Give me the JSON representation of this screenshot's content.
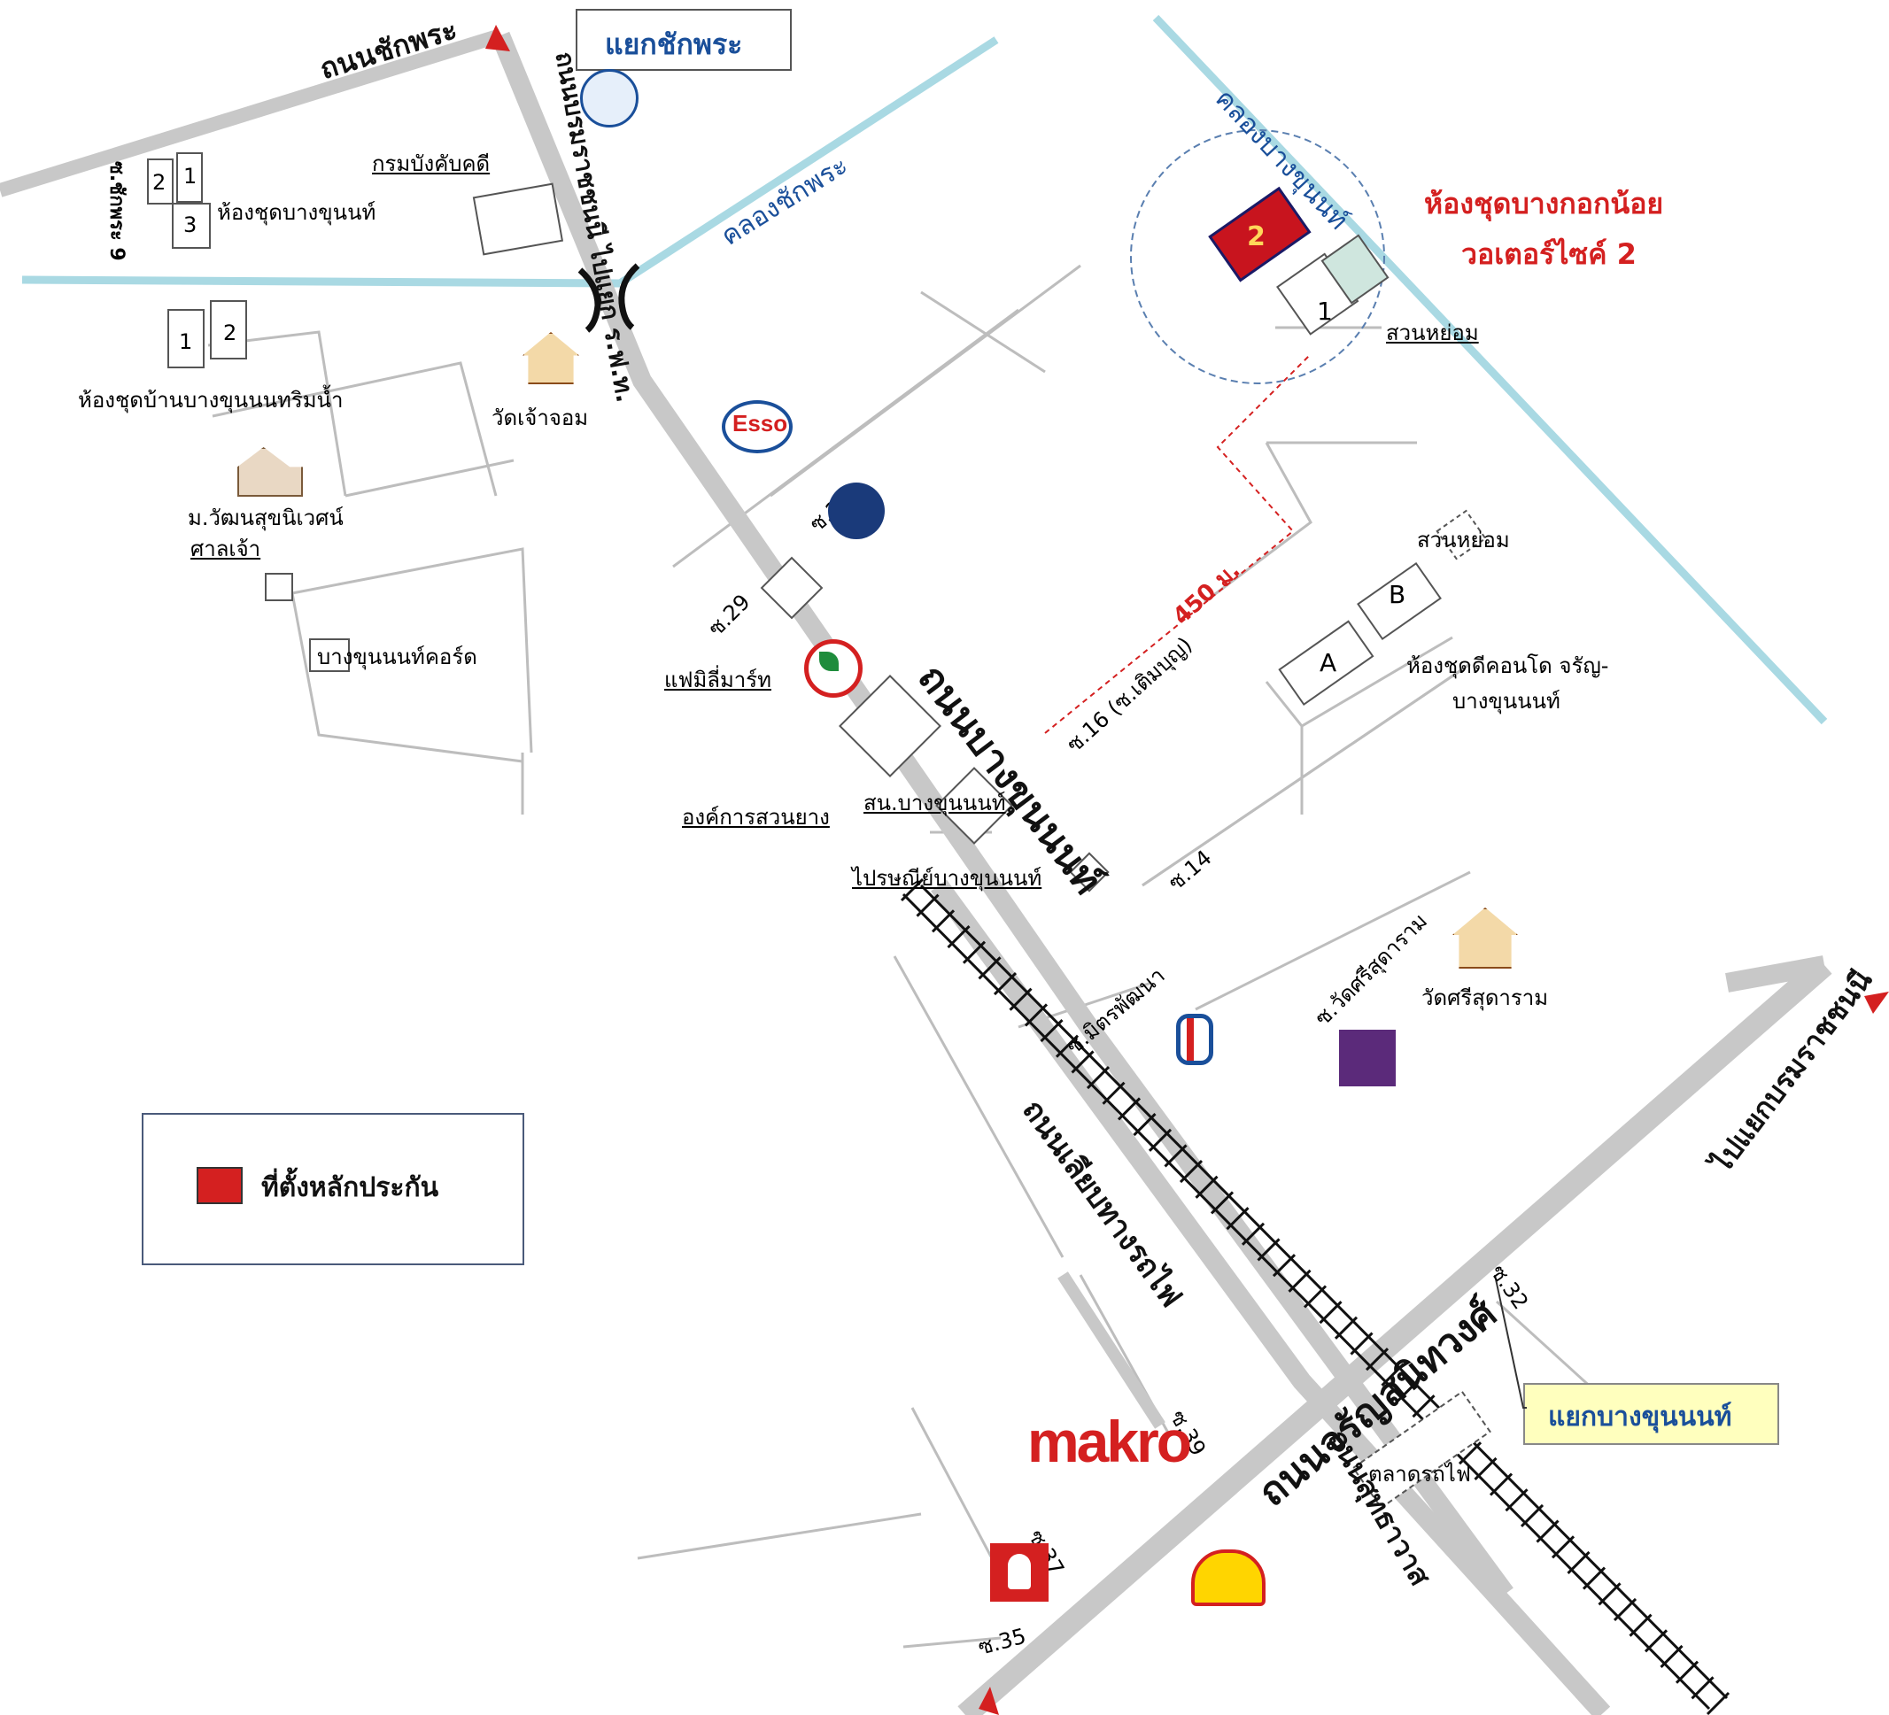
{
  "roads": {
    "chakphra_road": "ถนนชักพระ",
    "bangkhunnon_road": "ถนนบางขุนนนท์",
    "charansanitwong_road": "ถนนจรัญสนิทวงศ์",
    "along_railway_road": "ถนนเลียบทางรถไฟ",
    "suthawat_road": "ถนนสุทธาวาส",
    "to_borommaratchachonnani": "ไปแยกบรมราชชนนี",
    "ramp_label": "ถนนบรมราชชนนี ไปแยก ร.ฟ.ท."
  },
  "canals": {
    "chakphra_canal": "คลองชักพระ",
    "bangkhunnon_canal": "คลองบางขุนนท์"
  },
  "sois": {
    "soi_22": "ซ.22",
    "soi_29": "ซ.29",
    "soi_16": "ซ.16 (ซ.เติมบุญ)",
    "soi_14": "ซ.14",
    "soi_mitphatthana": "ซ.มิตรพัฒนา",
    "soi_watsisudaram": "ซ.วัดศรีสุดาราม",
    "soi_32": "ซ.32",
    "soi_39": "ซ.39",
    "soi_37": "ซ.37",
    "soi_35": "ซ.35",
    "soi_chakphra_9": "ซ.ชักพระ 9"
  },
  "junctions": {
    "chakphra_junction": "แยกชักพระ",
    "bangkhunnon_junction": "แยกบางขุนนนท์"
  },
  "places": {
    "condo_bangkhunnon": "ห้องชุดบางขุนนท์",
    "legal_execution_dept": "กรมบังคับคดี",
    "condo_riverside": "ห้องชุดบ้านบางขุนนนทริมน้ำ",
    "wat_chao_chom": "วัดเจ้าจอม",
    "moo_ban": "ม.วัฒนสุขนิเวศน์",
    "shrine": "ศาลเจ้า",
    "bangkhunnon_chord": "บางขุนนนท์คอร์ด",
    "family_mart": "แฟมิลี่มาร์ท",
    "rubber_org": "องค์การสวนยาง",
    "police_station": "สน.บางขุนนนท์",
    "post_office": "ไปรษณีย์บางขุนนนท์",
    "wat_si_sudaram": "วัดศรีสุดาราม",
    "suan_yom_1": "สวนหย่อม",
    "suan_yom_2": "สวนหย่อม",
    "dcondo_1": "ห้องชุดดีคอนโด จรัญ-",
    "dcondo_2": "บางขุนนนท์",
    "railway_market": "ตลาดรถไฟ",
    "target_title_1": "ห้องชุดบางกอกน้อย",
    "target_title_2": "วอเตอร์ไซค์ 2",
    "makro": "makro",
    "esso": "Esso"
  },
  "buildings": {
    "b1": "1",
    "b2": "2",
    "b3": "3",
    "r1": "1",
    "r2": "2",
    "target": "2",
    "target_neighbor": "1",
    "dA": "A",
    "dB": "B"
  },
  "distance": "450 ม.",
  "legend": {
    "label": "ที่ตั้งหลักประกัน",
    "color": "#d42020"
  },
  "colors": {
    "road": "#c8c8c8",
    "canal": "#a9d9e3",
    "collateral": "#c8141e",
    "accent_blue": "#1a4f9a",
    "junction_note_bg": "#ffffbe"
  },
  "icons": [
    "temple-icon",
    "house-icon",
    "esso-logo-icon",
    "krungthai-logo-icon",
    "kasikorn-logo-icon",
    "krungsri-logo-icon",
    "scb-logo-icon",
    "shell-logo-icon",
    "government-seal-icon",
    "red-cross-icon",
    "bridge-icon",
    "railway-icon"
  ]
}
